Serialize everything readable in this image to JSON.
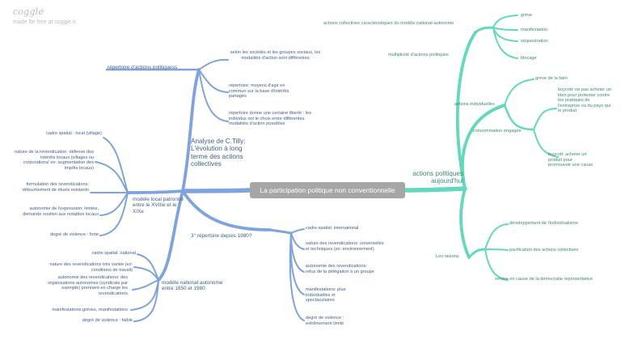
{
  "brand": {
    "logo": "coggle",
    "tagline": "made for free at coggle.it"
  },
  "root": "La participation politique non conventionnelle",
  "colors": {
    "blue_branch": "#7fa3de",
    "teal_branch": "#62d9bd",
    "root_bg": "#a6a6a6",
    "blue_text": "#3f5f8c",
    "teal_text": "#3f8870"
  },
  "left": {
    "repertoire": {
      "label": "répertoire d'actions politiquess",
      "items": [
        "selon les sociétés et les groupes sociaux, les modalités d'action sont différentes",
        "répertoire: moyens d'agir en commun sur la base d'intérêts partagés",
        "répertoire donne une certaine liberté : les individus ont le choix entre différentes modalités d'action possibles"
      ]
    },
    "tilly": "Analyse de C.Tilly: L'évolution à long terme des actions collectives",
    "local": {
      "label": "modèle local patronné entre le XVIIIe et le XIXe",
      "items": [
        "cadre spatial : local (village)",
        "nature de la revendication: défense des intérêts locaux (villages ou corporations/ ex: augmentation des impôts locaux)",
        "formulation des revendications: détournement de rituels existants",
        "autonomie de l'expression: limitée, demande soutien aux notables locaux",
        "degré de violence : forte"
      ]
    },
    "third": {
      "label": "3° répertoire depuis 1980?",
      "items": [
        "cadre spatial: international",
        "nature des revendications: universelles et techniques (ex: environnement)",
        "autonomie des revendications: refus de la délégation à un groupe",
        "manifestations: plus individuelles et spectaculaires",
        "degré de violence : extrêmement limité"
      ]
    },
    "national": {
      "label": "modèle national autonome entre 1850 et 1980",
      "items": [
        "cadre spatial: national",
        "nature des revendications très variée (ex: conditions de travail)",
        "autonomie des revendications: des organisations autonomes (syndicats par exemple) prennent en charge les revendications",
        "manifestations:grèves, manifestations",
        "degré de violence : faible"
      ]
    }
  },
  "right": {
    "main": "actions politiques aujourd'hui",
    "characteristics": {
      "label": "actions collectives caractéristiques du modèle national-autonome",
      "items": [
        "grève",
        "manifestation",
        "séquestration",
        "blocage"
      ]
    },
    "multiplicity": "multiplicité d'actions politiques",
    "individual": {
      "label": "actions individuelles",
      "items": [
        "grève de la faim"
      ],
      "consumption": {
        "label": "consommation engagée",
        "items": [
          "boycott: ne pas acheter un bien pour protester contre les pratiques de l'entreprise ou du pays qui le produit",
          "buycott: acheter un produit pour promouvoir une cause"
        ]
      }
    },
    "reasons": {
      "label": "Les raisons",
      "items": [
        "développement de l'individualisme",
        "pacification des actions collectives",
        "remise en cause de la démocratie représentative"
      ]
    }
  }
}
